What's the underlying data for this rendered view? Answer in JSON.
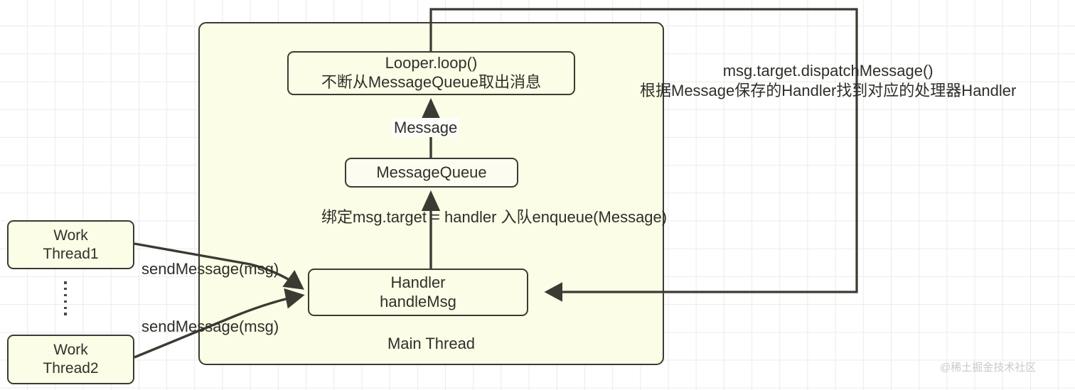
{
  "diagram": {
    "title": "Android Handler Message Mechanism",
    "background": {
      "grid_color": "#ebebeb",
      "page_color": "#ffffff"
    },
    "palette": {
      "box_fill": "#fbfde6",
      "queue_fill": "#fcfdf0",
      "stroke": "#3b3b33",
      "text": "#30302b",
      "watermark": "#c9c9c4"
    },
    "container": {
      "name": "Main Thread",
      "label": "Main Thread"
    },
    "nodes": {
      "looper": {
        "line1": "Looper.loop()",
        "line2": "不断从MessageQueue取出消息"
      },
      "message_queue": {
        "label": "MessageQueue"
      },
      "handler": {
        "line1": "Handler",
        "line2": "handleMsg"
      },
      "work_thread_1": {
        "line1": "Work",
        "line2": "Thread1"
      },
      "work_thread_2": {
        "line1": "Work",
        "line2": "Thread2"
      }
    },
    "edges": {
      "message": "Message",
      "bind_line1": "绑定msg.target = handler",
      "bind_line2": "入队enqueue(Message)",
      "send_message_1": "sendMessage(msg)",
      "send_message_2": "sendMessage(msg)",
      "dispatch_line1": "msg.target.dispatchMessage()",
      "dispatch_line2": "根据Message保存的Handler找到对应的处理器Handler"
    },
    "watermark": "@稀土掘金技术社区"
  }
}
